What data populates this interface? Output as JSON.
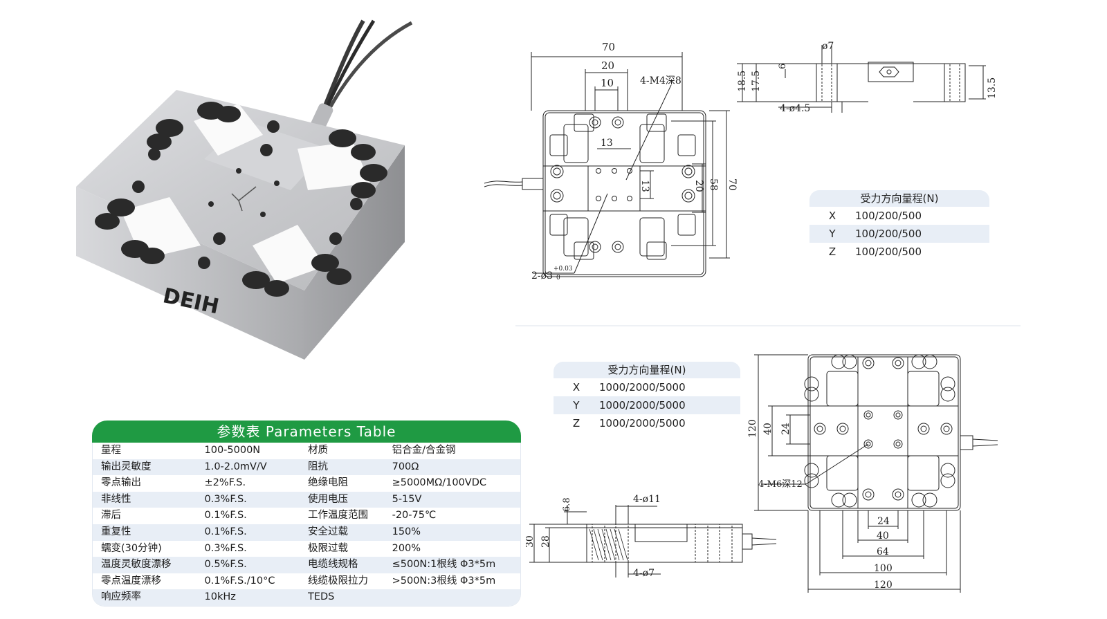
{
  "params_table": {
    "title": "参数表 Parameters Table",
    "rows": [
      {
        "k1": "量程",
        "v1": "100-5000N",
        "k2": "材质",
        "v2": "铝合金/合金钢"
      },
      {
        "k1": "输出灵敏度",
        "v1": "1.0-2.0mV/V",
        "k2": "阻抗",
        "v2": "700Ω"
      },
      {
        "k1": "零点输出",
        "v1": "±2%F.S.",
        "k2": "绝缘电阻",
        "v2": "≥5000MΩ/100VDC"
      },
      {
        "k1": "非线性",
        "v1": "0.3%F.S.",
        "k2": "使用电压",
        "v2": "5-15V"
      },
      {
        "k1": "滞后",
        "v1": "0.1%F.S.",
        "k2": "工作温度范围",
        "v2": "-20-75℃"
      },
      {
        "k1": "重复性",
        "v1": "0.1%F.S.",
        "k2": "安全过载",
        "v2": "150%"
      },
      {
        "k1": "蠕变(30分钟)",
        "v1": "0.3%F.S.",
        "k2": "极限过载",
        "v2": "200%"
      },
      {
        "k1": "温度灵敏度漂移",
        "v1": "0.5%F.S.",
        "k2": "电缆线规格",
        "v2": "≤500N:1根线 Φ3*5m"
      },
      {
        "k1": "零点温度漂移",
        "v1": "0.1%F.S./10°C",
        "k2": "线缆极限拉力",
        "v2": ">500N:3根线 Φ3*5m"
      },
      {
        "k1": "响应频率",
        "v1": "10kHz",
        "k2": "TEDS",
        "v2": ""
      }
    ]
  },
  "range_small": {
    "title": "受力方向量程(N)",
    "rows": [
      {
        "axis": "X",
        "value": "100/200/500"
      },
      {
        "axis": "Y",
        "value": "100/200/500"
      },
      {
        "axis": "Z",
        "value": "100/200/500"
      }
    ]
  },
  "range_large": {
    "title": "受力方向量程(N)",
    "rows": [
      {
        "axis": "X",
        "value": "1000/2000/5000"
      },
      {
        "axis": "Y",
        "value": "1000/2000/5000"
      },
      {
        "axis": "Z",
        "value": "1000/2000/5000"
      }
    ]
  },
  "drawing_small_top": {
    "dims": {
      "w70": "70",
      "w20": "20",
      "w10": "10",
      "w13": "13",
      "h13": "13",
      "h20": "20",
      "h58": "58",
      "h70": "70"
    },
    "note_m4": "4-M4深8",
    "note_pin": "2-ø3",
    "pin_tol_upper": "+0.03",
    "pin_tol_lower": "0"
  },
  "drawing_small_side": {
    "d7": "ø7",
    "d6": "6",
    "h18_5": "18.5",
    "h17_5": "17.5",
    "h13_5": "13.5",
    "holes": "4-ø4.5"
  },
  "drawing_large_top": {
    "h120": "120",
    "h40": "40",
    "h24": "24",
    "note_m6": "4-M6深12",
    "w24": "24",
    "w40": "40",
    "w64": "64",
    "w100": "100",
    "w120": "120"
  },
  "drawing_large_side": {
    "h6_8": "6.8",
    "holes_top": "4-ø11",
    "h30": "30",
    "h28": "28",
    "holes_bottom": "4-ø7"
  },
  "brand": {
    "logo": "DEIH"
  },
  "colors": {
    "header_green": "#1f9a43",
    "row_alt": "#e8eef6"
  }
}
